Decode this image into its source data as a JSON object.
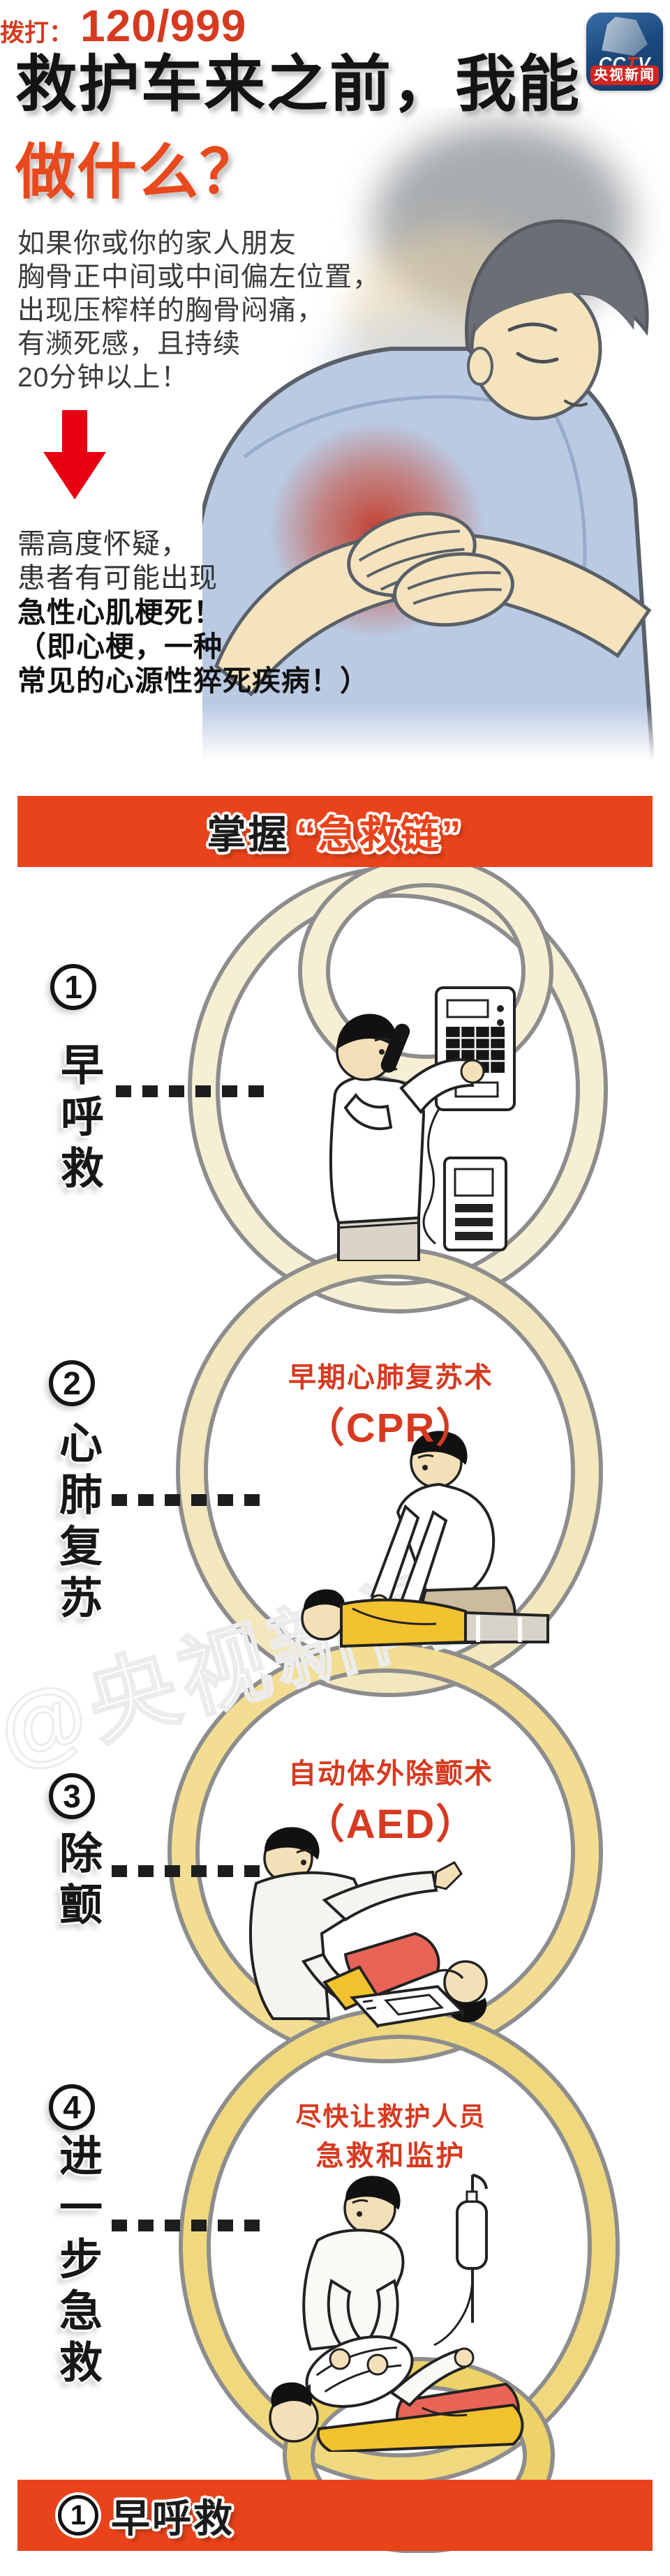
{
  "header": {
    "title_line1": "救护车来之前，我能",
    "title_line2": "做什么？",
    "logo": {
      "cctv": "CC",
      "cctv2": "T",
      "cctv3": "V",
      "name": "央视新闻"
    }
  },
  "intro": {
    "lines": [
      "如果你或你的家人朋友",
      "胸骨正中间或中间偏左位置，",
      "出现压榨样的胸骨闷痛，",
      "有濒死感，且持续",
      "20分钟以上！"
    ]
  },
  "suspect": {
    "regular_lines": [
      "需高度怀疑，",
      "患者有可能出现"
    ],
    "bold_lines": [
      "急性心肌梗死！",
      "（即心梗，一种",
      "常见的心源性猝死疾病！）"
    ]
  },
  "chain_banner": {
    "prefix": "掌握",
    "quoted": "“急救链”"
  },
  "steps": [
    {
      "num": "1",
      "label": "早呼救",
      "header_small": "拨打：",
      "header_big": "120/999"
    },
    {
      "num": "2",
      "label": "心肺复苏",
      "header_small": "早期心肺复苏术",
      "header_big": "（CPR）"
    },
    {
      "num": "3",
      "label": "除颤",
      "header_small": "自动体外除颤术",
      "header_big": "（AED）"
    },
    {
      "num": "4",
      "label": "进一步急救",
      "header_small": "尽快让救护人员",
      "header_big": "急救和监护"
    }
  ],
  "bottom_banner": {
    "num": "1",
    "label": "早呼救"
  },
  "watermark": "@央视新闻",
  "illustrations": {
    "hero": "man-clutching-chest-heart-attack",
    "step1": "calling-on-public-payphone",
    "step2": "chest-compressions-cpr",
    "step3": "aed-defibrillation",
    "step4": "bag-valve-mask-ventilation-iv"
  },
  "colors": {
    "accent_banner": "#e8431b",
    "title_orange": "#e8491d",
    "red_text": "#d63a20",
    "arrow_red": "#e60012",
    "ring_cream": "#f7efd4",
    "ring_gold": "#f0d87f"
  }
}
